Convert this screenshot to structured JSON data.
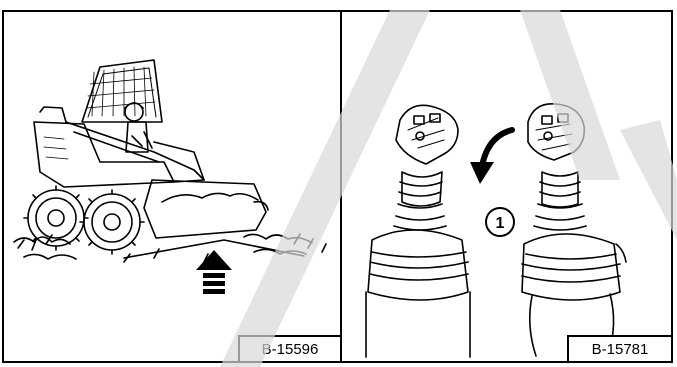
{
  "figures": [
    {
      "id_label": "B-15596",
      "illustration": "skid-steer-loader-raising-bucket",
      "icon": "up-arrow-icon"
    },
    {
      "id_label": "B-15781",
      "illustration": "joystick-controls-tilting",
      "icon": "curved-arrow-icon",
      "callout": "1"
    }
  ],
  "watermark": {
    "shape": "diagonal-stripes",
    "color": "#d9d9d9"
  }
}
